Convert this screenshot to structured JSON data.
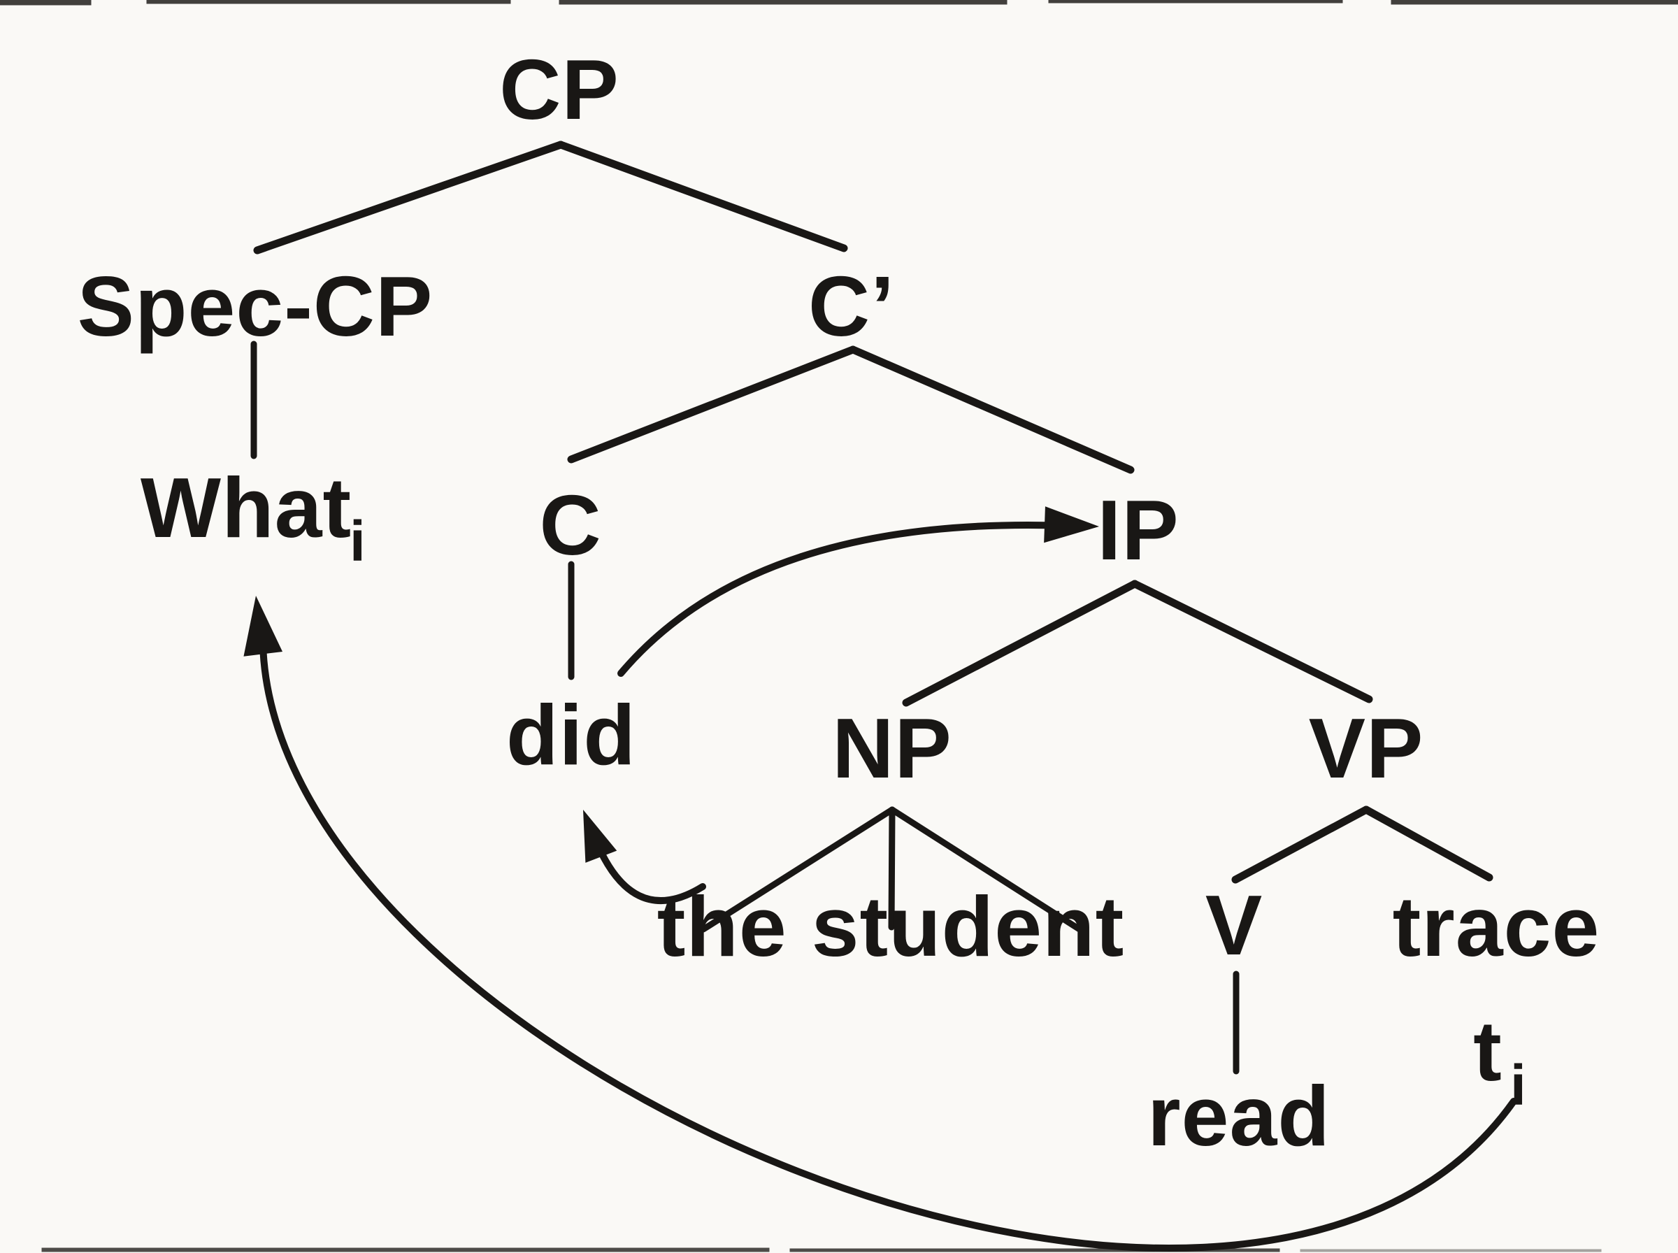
{
  "figure": {
    "type": "syntax-tree-diagram",
    "background_color": "#faf9f6",
    "ink_color": "#191715",
    "nodes": {
      "cp": "CP",
      "spec_cp": "Spec-CP",
      "c_bar": "C’",
      "what_base": "What",
      "what_sub": "i",
      "c": "C",
      "ip": "IP",
      "did": "did",
      "np": "NP",
      "vp": "VP",
      "the_student": "the student",
      "v": "V",
      "trace": "trace",
      "trace_t_base": "t",
      "trace_t_sub": "i",
      "read": "read"
    },
    "arrows": [
      {
        "name": "did-to-ip",
        "from": "did",
        "to": "IP"
      },
      {
        "name": "the-student-to-did",
        "from": "the student",
        "to": "did"
      },
      {
        "name": "trace-to-what",
        "from": "t_i",
        "to": "What_i"
      }
    ]
  }
}
